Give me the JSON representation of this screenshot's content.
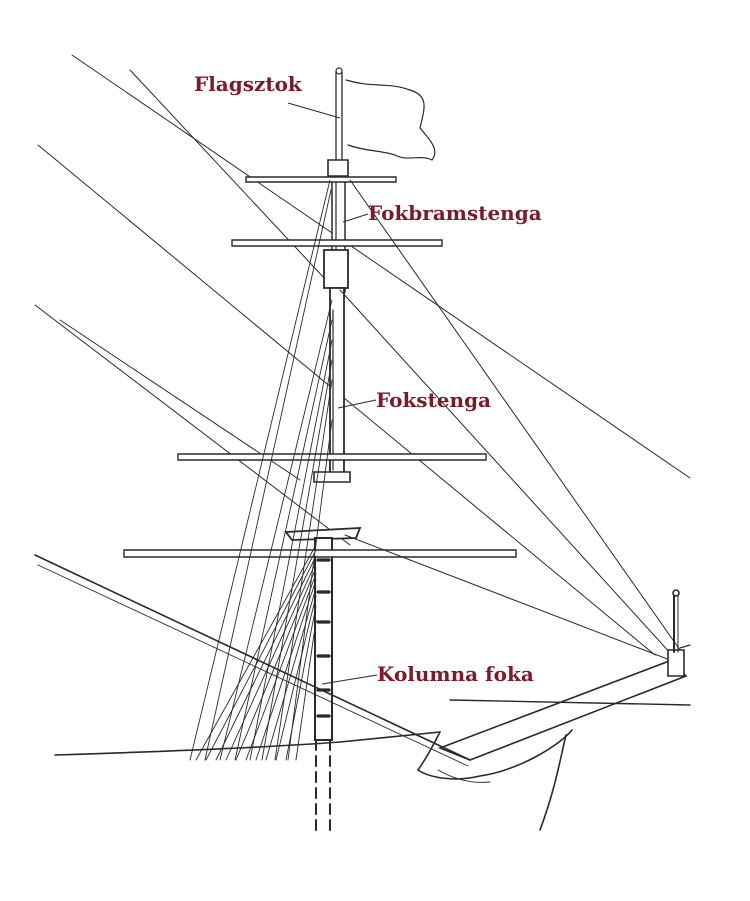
{
  "labels": {
    "flagsztok": "Flagsztok",
    "fokbramstenga": "Fokbramstenga",
    "fokstenga": "Fokstenga",
    "kolumna_foka": "Kolumna foka"
  },
  "colors": {
    "label": "#7a1a2a",
    "ink": "#2a2a2a",
    "paper": "#ffffff"
  }
}
